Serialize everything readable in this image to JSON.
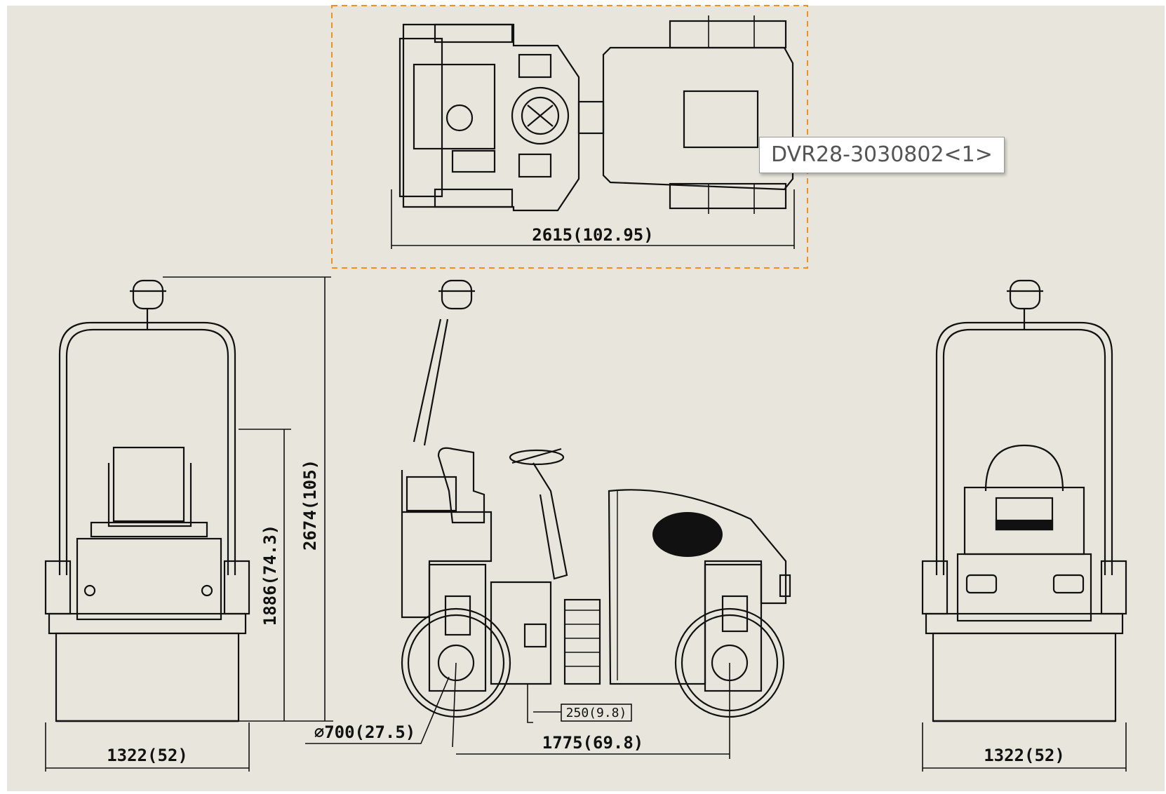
{
  "drawing": {
    "tooltip": "DVR28-3030802<1>",
    "dims": {
      "top_length": "2615(102.95)",
      "left_width": "1322(52)",
      "right_width": "1322(52)",
      "overall_height": "2674(105)",
      "seat_height": "1886(74.3)",
      "drum_diameter": "∅700(27.5)",
      "wheelbase": "1775(69.8)",
      "ground_clearance": "250(9.8)"
    }
  },
  "colors": {
    "background": "#e8e6dc",
    "line": "#111111",
    "selection": "#f0901e"
  }
}
